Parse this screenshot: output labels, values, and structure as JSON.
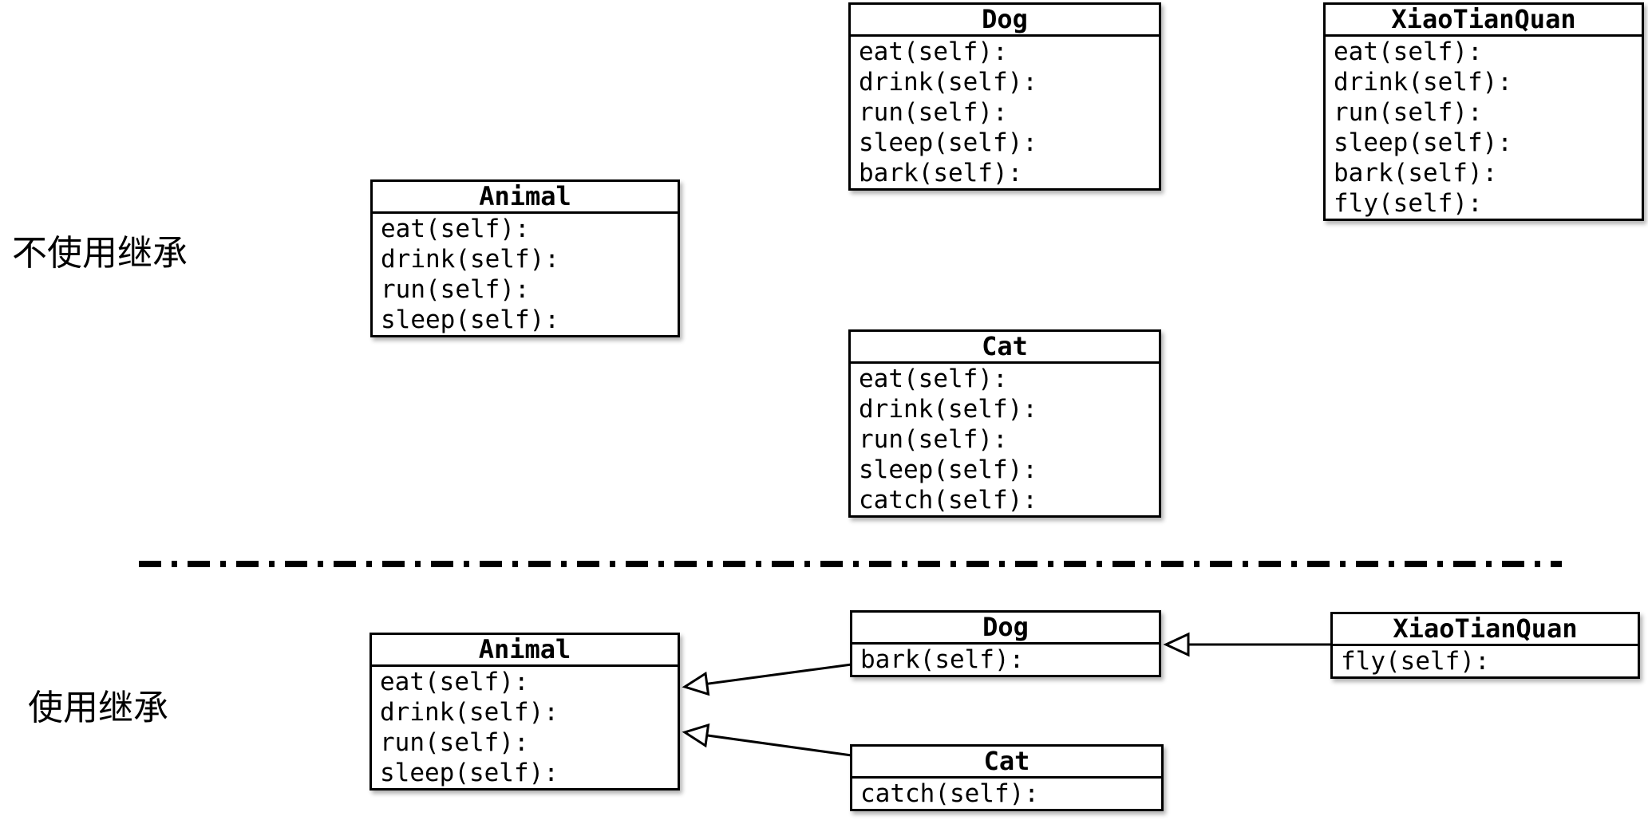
{
  "sections": {
    "no_inheritance": {
      "label": "不使用继承",
      "classes": {
        "animal": {
          "name": "Animal",
          "methods": [
            "eat(self):",
            "drink(self):",
            "run(self):",
            "sleep(self):"
          ]
        },
        "dog": {
          "name": "Dog",
          "methods": [
            "eat(self):",
            "drink(self):",
            "run(self):",
            "sleep(self):",
            "bark(self):"
          ]
        },
        "xiaotianquan": {
          "name": "XiaoTianQuan",
          "methods": [
            "eat(self):",
            "drink(self):",
            "run(self):",
            "sleep(self):",
            "bark(self):",
            "fly(self):"
          ]
        },
        "cat": {
          "name": "Cat",
          "methods": [
            "eat(self):",
            "drink(self):",
            "run(self):",
            "sleep(self):",
            "catch(self):"
          ]
        }
      }
    },
    "inheritance": {
      "label": "使用继承",
      "classes": {
        "animal": {
          "name": "Animal",
          "methods": [
            "eat(self):",
            "drink(self):",
            "run(self):",
            "sleep(self):"
          ]
        },
        "dog": {
          "name": "Dog",
          "methods": [
            "bark(self):"
          ]
        },
        "xiaotianquan": {
          "name": "XiaoTianQuan",
          "methods": [
            "fly(self):"
          ]
        },
        "cat": {
          "name": "Cat",
          "methods": [
            "catch(self):"
          ]
        }
      },
      "relations": [
        {
          "from": "Dog",
          "to": "Animal",
          "type": "inheritance"
        },
        {
          "from": "Cat",
          "to": "Animal",
          "type": "inheritance"
        },
        {
          "from": "XiaoTianQuan",
          "to": "Dog",
          "type": "inheritance"
        }
      ]
    }
  },
  "colors": {
    "line": "#000000",
    "box_fill": "#ffffff",
    "background": "#ffffff"
  }
}
